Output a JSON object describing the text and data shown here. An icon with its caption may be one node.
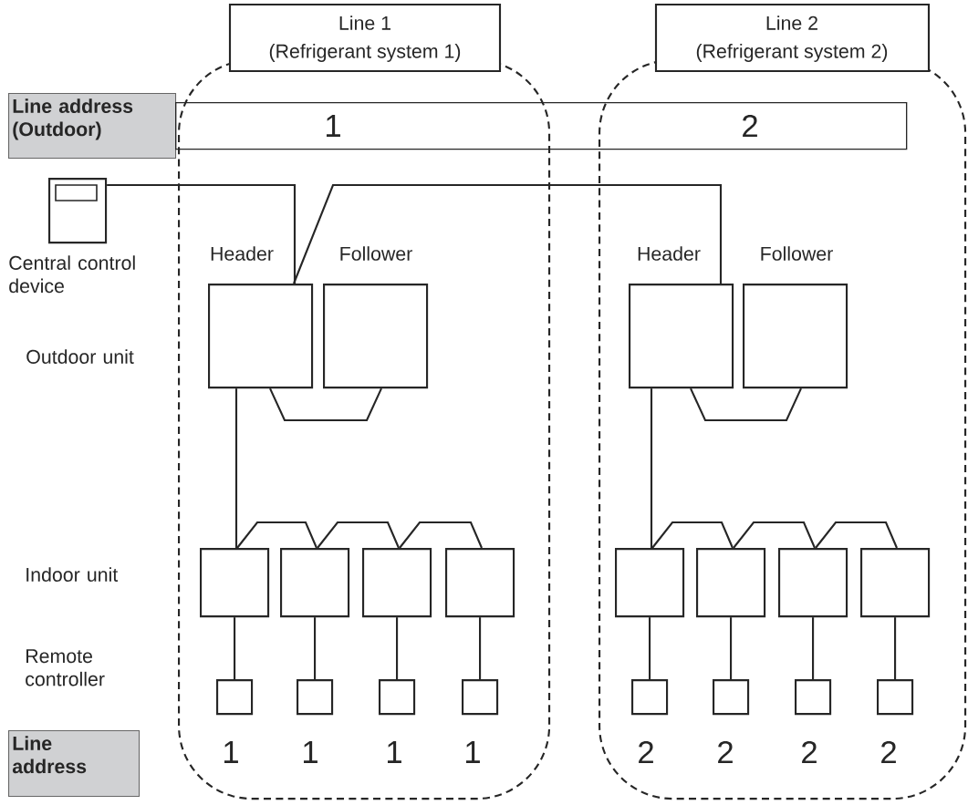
{
  "diagram": {
    "nodes": [
      {
        "text": [
          "Line 1",
          "(Refrigerant system 1)"
        ]
      },
      {
        "text": [
          "Line 2",
          "(Refrigerant system 2)"
        ]
      },
      {
        "text": [
          "Line address (Outdoor)"
        ]
      },
      {
        "text": [
          "1",
          "2"
        ]
      },
      {
        "text": [],
        "shape": "picture",
        "beside": [
          "Central control device"
        ]
      },
      {
        "text": [
          "Header"
        ],
        "in": 0
      },
      {
        "text": [
          "Follower"
        ],
        "in": 0
      },
      {
        "text": [
          "Header"
        ],
        "in": 1
      },
      {
        "text": [
          "Follower"
        ],
        "in": 1
      },
      {
        "text": [],
        "shape": "box",
        "in": 0
      },
      {
        "text": [],
        "shape": "box",
        "in": 0
      },
      {
        "text": [],
        "shape": "box",
        "in": 0
      },
      {
        "text": [],
        "shape": "box",
        "in": 0
      },
      {
        "text": [],
        "shape": "box",
        "in": 1
      },
      {
        "text": [],
        "shape": "box",
        "in": 1
      },
      {
        "text": [],
        "shape": "box",
        "in": 1
      },
      {
        "text": [],
        "shape": "box",
        "in": 1
      },
      {
        "text": [],
        "shape": "box",
        "in": 0
      },
      {
        "text": [],
        "shape": "box",
        "in": 0
      },
      {
        "text": [],
        "shape": "box",
        "in": 0
      },
      {
        "text": [],
        "shape": "box",
        "in": 0
      },
      {
        "text": [],
        "shape": "box",
        "in": 1
      },
      {
        "text": [],
        "shape": "box",
        "in": 1
      },
      {
        "text": [],
        "shape": "box",
        "in": 1
      },
      {
        "text": [],
        "shape": "box",
        "in": 1
      },
      {
        "text": [
          "Line address"
        ]
      }
    ],
    "edges": [
      {
        "from": 4,
        "to": 5,
        "arrow": "none"
      },
      {
        "from": 5,
        "to": 7,
        "arrow": "none"
      },
      {
        "from": 5,
        "to": 6,
        "arrow": "none"
      },
      {
        "from": 7,
        "to": 8,
        "arrow": "none"
      },
      {
        "from": 5,
        "to": 9,
        "arrow": "none"
      },
      {
        "from": 9,
        "to": 10,
        "arrow": "none"
      },
      {
        "from": 10,
        "to": 11,
        "arrow": "none"
      },
      {
        "from": 11,
        "to": 12,
        "arrow": "none"
      },
      {
        "from": 7,
        "to": 13,
        "arrow": "none"
      },
      {
        "from": 13,
        "to": 14,
        "arrow": "none"
      },
      {
        "from": 14,
        "to": 15,
        "arrow": "none"
      },
      {
        "from": 15,
        "to": 16,
        "arrow": "none"
      },
      {
        "from": 9,
        "to": 17,
        "arrow": "none"
      },
      {
        "from": 10,
        "to": 18,
        "arrow": "none"
      },
      {
        "from": 11,
        "to": 19,
        "arrow": "none"
      },
      {
        "from": 12,
        "to": 20,
        "arrow": "none"
      },
      {
        "from": 13,
        "to": 21,
        "arrow": "none"
      },
      {
        "from": 14,
        "to": 22,
        "arrow": "none"
      },
      {
        "from": 15,
        "to": 23,
        "arrow": "none"
      },
      {
        "from": 16,
        "to": 24,
        "arrow": "none"
      }
    ],
    "labels": [
      "Outdoor unit",
      "Indoor unit",
      "Remote controller",
      "1",
      "1",
      "1",
      "1",
      "2",
      "2",
      "2",
      "2"
    ]
  }
}
